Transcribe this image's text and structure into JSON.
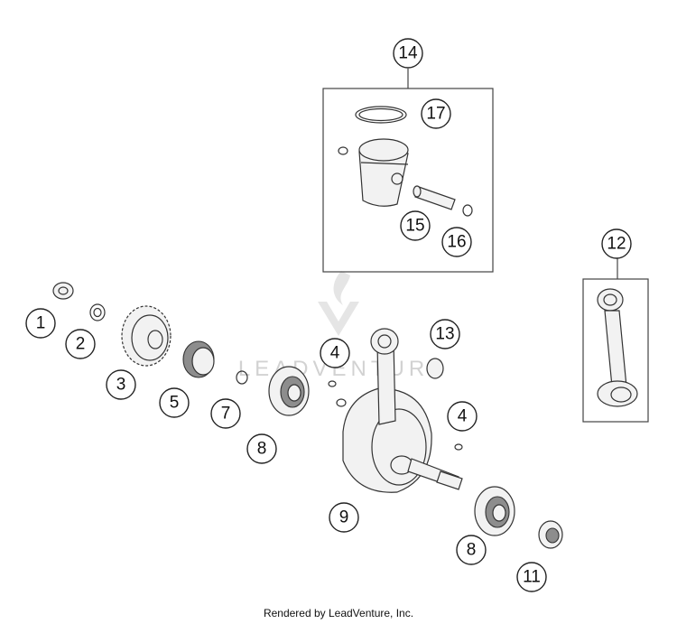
{
  "callouts": [
    "1",
    "2",
    "3",
    "4",
    "4",
    "5",
    "7",
    "8",
    "8",
    "9",
    "11",
    "12",
    "13",
    "14",
    "15",
    "16",
    "17"
  ],
  "watermark": "LEADVENTURE",
  "footer": "Rendered by LeadVenture, Inc."
}
